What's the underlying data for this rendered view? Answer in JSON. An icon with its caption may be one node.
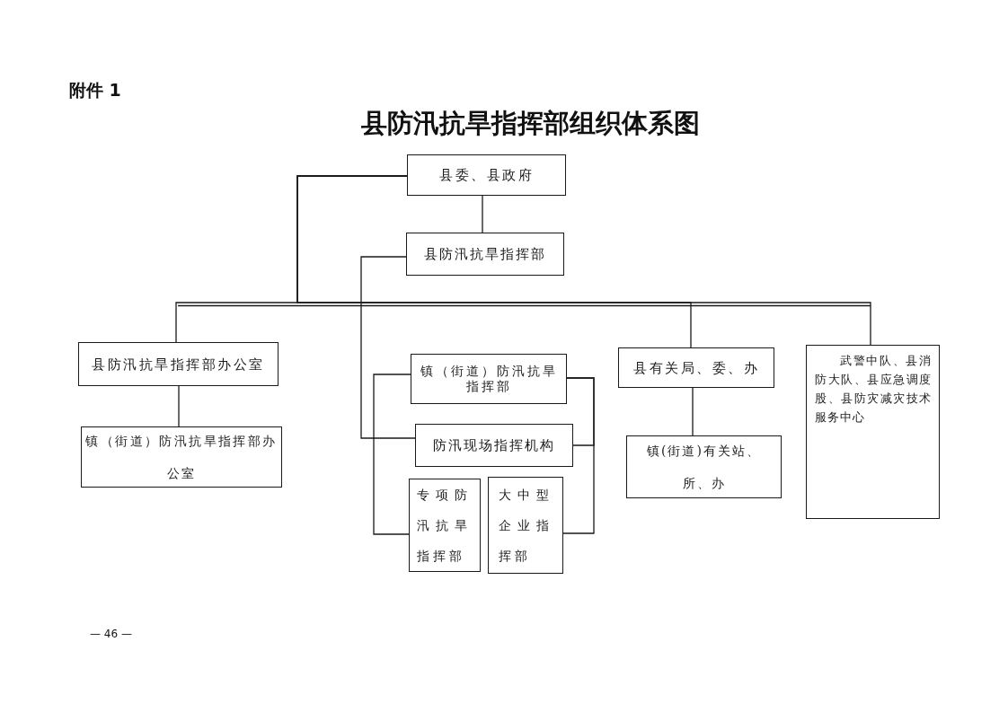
{
  "diagram": {
    "title": "县防汛抗旱指挥部组织体系图",
    "nodes": [
      {
        "text": [
          "县委、县政府"
        ]
      },
      {
        "text": [
          "县防汛抗旱指挥部"
        ]
      },
      {
        "text": [
          "县防汛抗旱指挥部办公室"
        ]
      },
      {
        "text": [
          "镇（街道）防汛抗旱指挥部办公室"
        ]
      },
      {
        "text": [
          "镇（街道）防汛抗旱指挥部"
        ]
      },
      {
        "text": [
          "防汛现场指挥机构"
        ]
      },
      {
        "text": [
          "专项防汛抗旱指挥部"
        ]
      },
      {
        "text": [
          "大中型企业指挥部"
        ]
      },
      {
        "text": [
          "县有关局、委、办"
        ]
      },
      {
        "text": [
          "镇(街道)有关站、所、办"
        ]
      },
      {
        "text": [
          "武警中队、县消防大队、县应急调度股、县防灾减灾技术服务中心"
        ]
      }
    ],
    "edges": [
      {
        "from": 0,
        "to": 1,
        "arrow": "none"
      },
      {
        "from": 0,
        "to": 2,
        "arrow": "none"
      },
      {
        "from": 0,
        "to": 8,
        "arrow": "none"
      },
      {
        "from": 0,
        "to": 10,
        "arrow": "none"
      },
      {
        "from": 1,
        "to": 5,
        "arrow": "none"
      },
      {
        "from": 2,
        "to": 3,
        "arrow": "none"
      },
      {
        "from": 4,
        "to": 5,
        "arrow": "none"
      },
      {
        "from": 4,
        "to": 6,
        "arrow": "none"
      },
      {
        "from": 4,
        "to": 7,
        "arrow": "none"
      },
      {
        "from": 8,
        "to": 9,
        "arrow": "none"
      }
    ],
    "labels": [
      "附件 1",
      "— 46 —"
    ]
  }
}
